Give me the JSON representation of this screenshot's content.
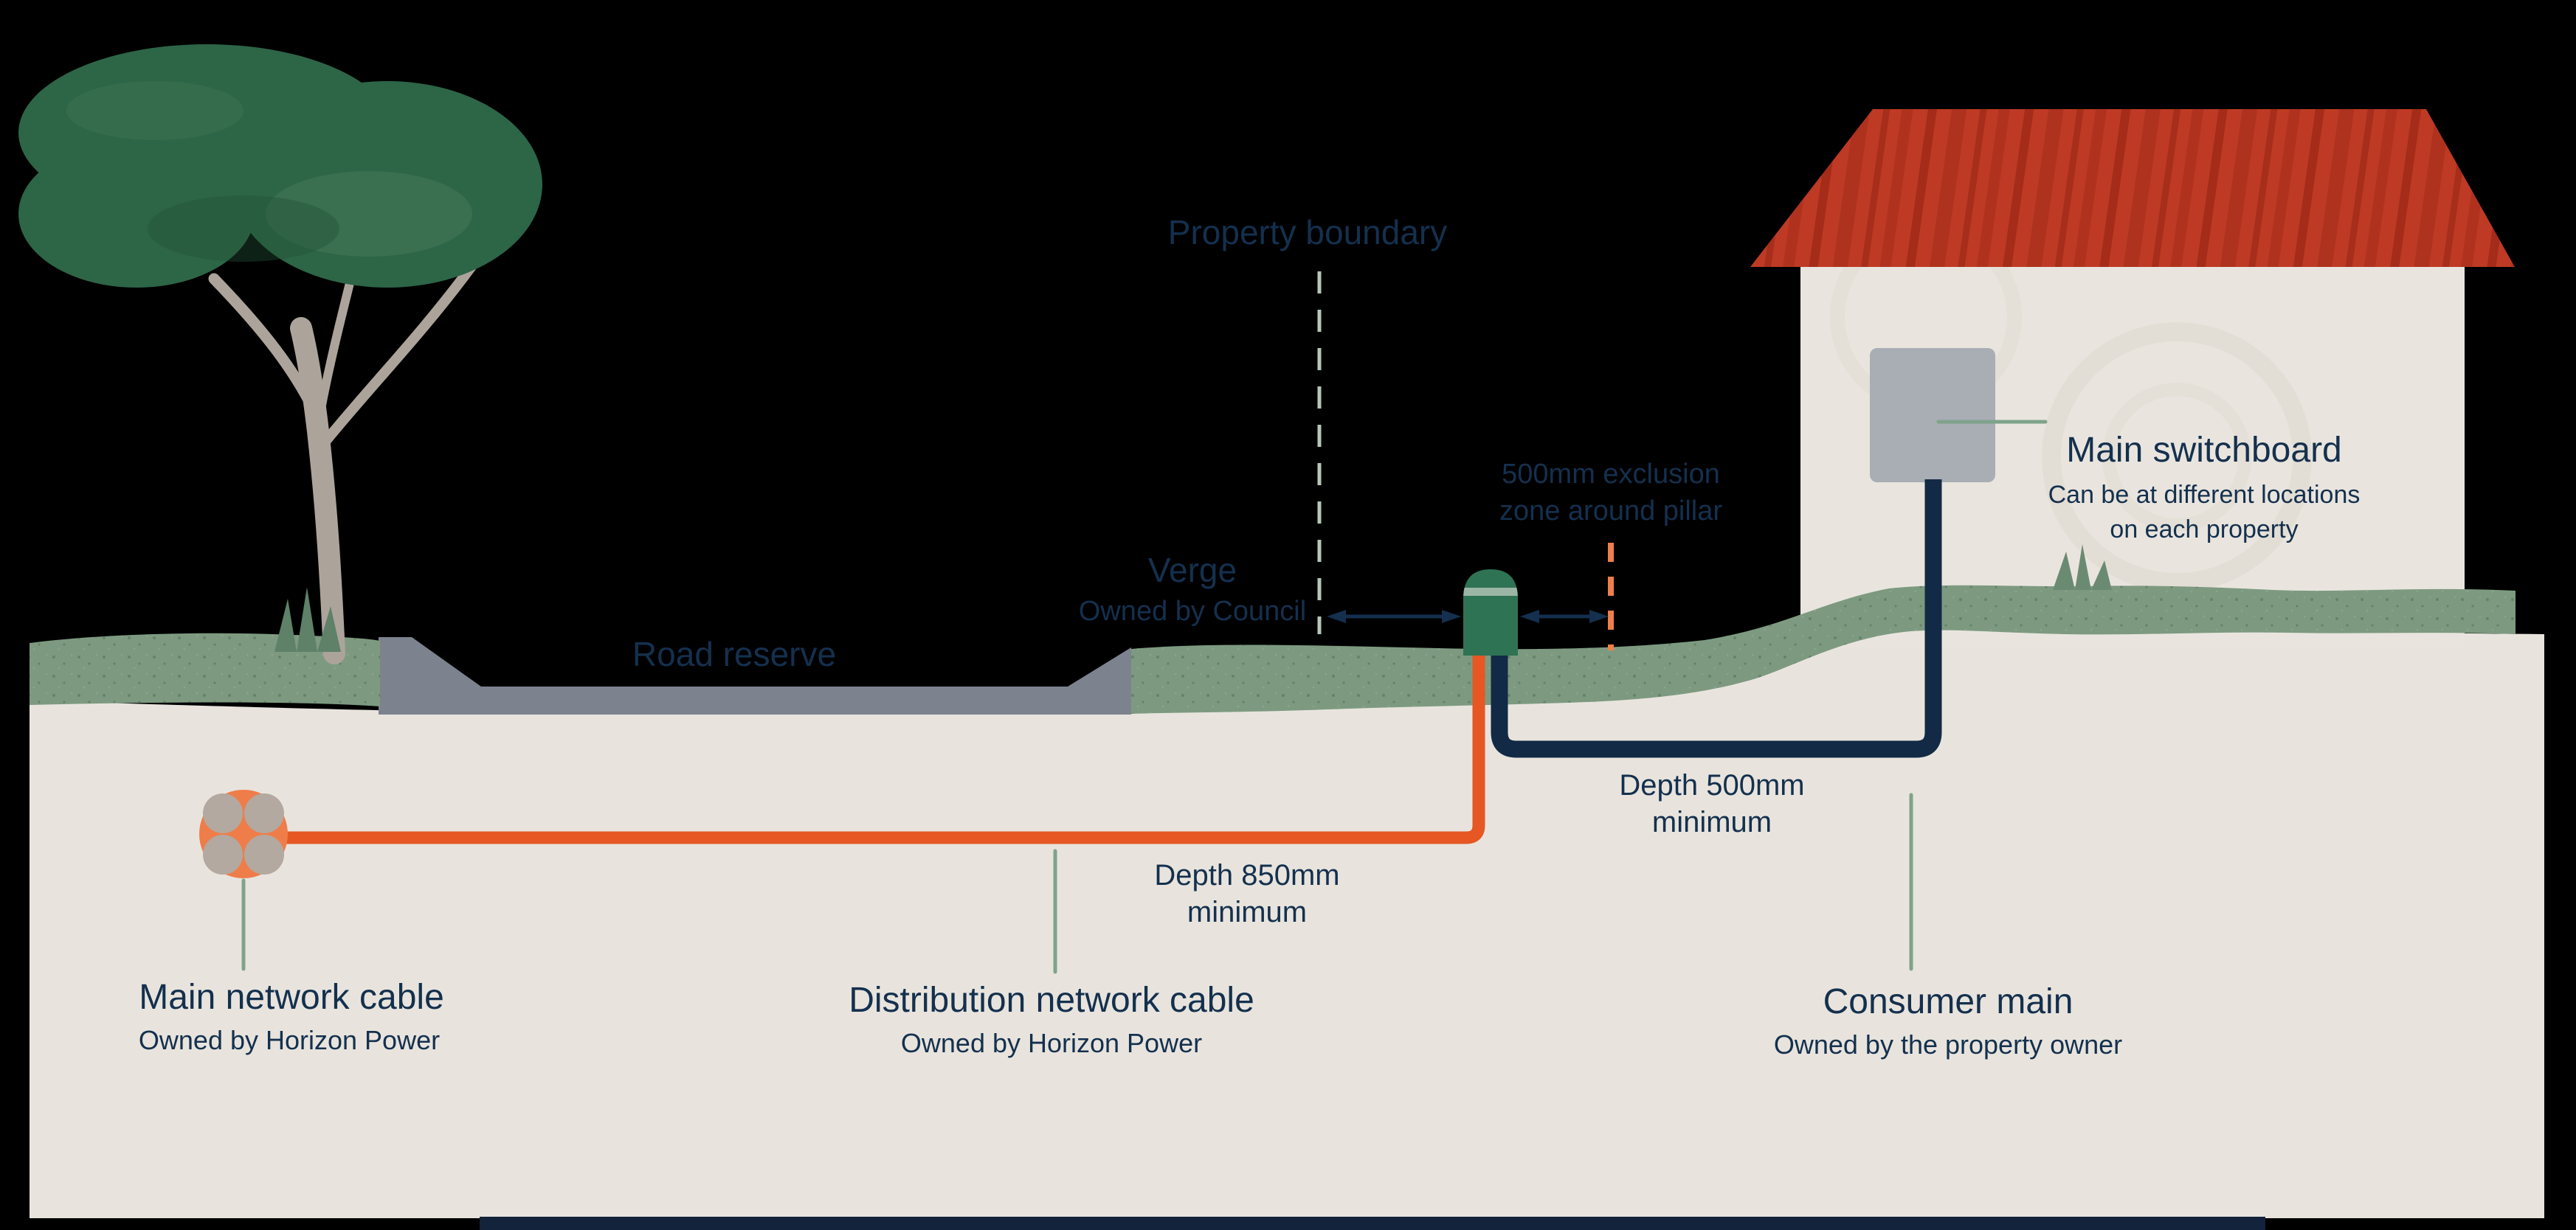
{
  "labels": {
    "property_boundary": "Property boundary",
    "exclusion_zone": {
      "line1": "500mm exclusion",
      "line2": "zone around pillar"
    },
    "verge": {
      "title": "Verge",
      "subtitle": "Owned by Council"
    },
    "road_reserve": "Road reserve",
    "main_switchboard": {
      "title": "Main switchboard",
      "subtitle_line1": "Can be at different locations",
      "subtitle_line2": "on each property"
    },
    "depth_500": {
      "line1": "Depth 500mm",
      "line2": "minimum"
    },
    "depth_850": {
      "line1": "Depth 850mm",
      "line2": "minimum"
    },
    "main_network_cable": {
      "title": "Main network cable",
      "subtitle": "Owned by Horizon Power"
    },
    "distribution_network_cable": {
      "title": "Distribution network cable",
      "subtitle": "Owned by Horizon Power"
    },
    "consumer_main": {
      "title": "Consumer main",
      "subtitle": "Owned by the property owner"
    }
  },
  "colors": {
    "background": "#000000",
    "text_navy": "#14304E",
    "soil_beige": "#E8E4DD",
    "grass_green": "#7D9A80",
    "road_grey": "#7C828E",
    "wall_beige": "#E9E5DE",
    "roof_red": "#BE3A24",
    "switchboard_grey": "#A9ADB4",
    "cable_orange": "#E65724",
    "cable_navy": "#122A45",
    "icon_orange": "#EF7D49",
    "icon_grey": "#B3A9A0",
    "pillar_green": "#2E7354",
    "pillar_band_green": "#9CB6A5",
    "leader_green": "#7FA38B",
    "boundary_dash_green": "#B3C8B8",
    "exclusion_dash_orange": "#EF7E4A",
    "arrow_navy": "#14304E",
    "canopy_green": "#2D6547",
    "trunk_grey": "#ACA49B",
    "tuft_green": "#5E8168",
    "bottom_strip_navy": "#12233B"
  }
}
